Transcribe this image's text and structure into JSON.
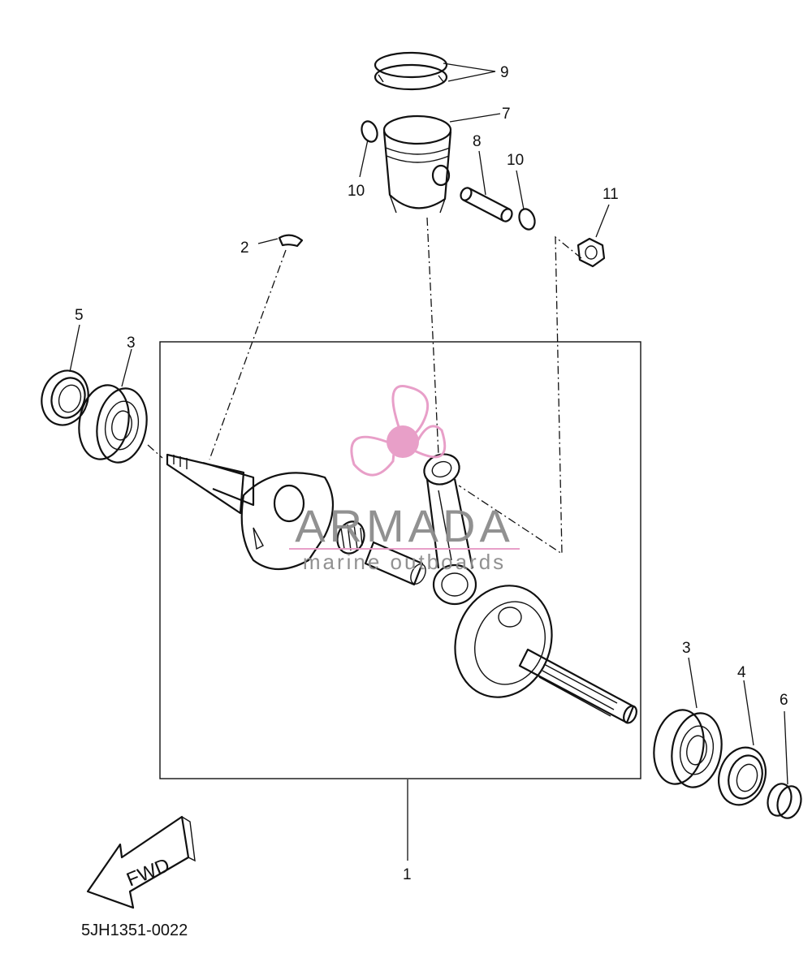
{
  "diagram": {
    "drawing_code": "5JH1351-0022",
    "fwd_label": "FWD",
    "callouts": {
      "crankshaft_assy": "1",
      "woodruff_key": "2",
      "bearing_left": "3",
      "bearing_right": "3",
      "oil_seal_right": "4",
      "oil_seal_left": "5",
      "collar": "6",
      "piston": "7",
      "piston_pin": "8",
      "piston_rings": "9",
      "circlip_left": "10",
      "circlip_right": "10",
      "nut": "11"
    }
  },
  "watermark": {
    "brand": "ARMADA",
    "tagline": "marine outboards",
    "accent_color": "#e79ac6",
    "text_color": "#8c8c8c"
  }
}
